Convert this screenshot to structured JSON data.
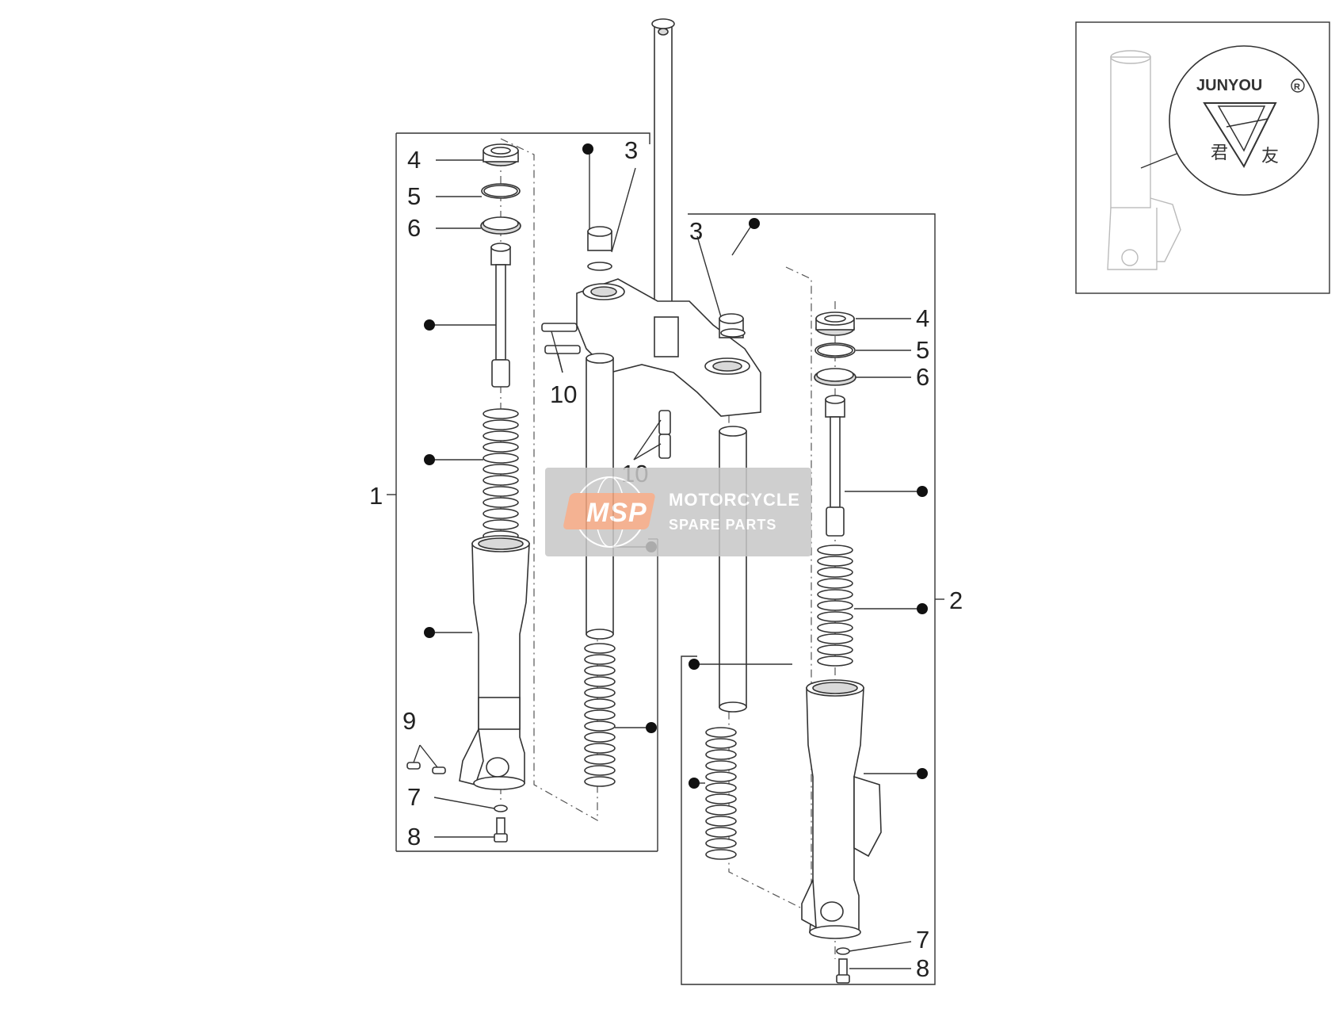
{
  "labels": {
    "assembly_left": "1",
    "assembly_right": "2",
    "seal_cap": "4",
    "ring": "5",
    "seal": "6",
    "washer": "7",
    "screw": "8",
    "bolts_left": "9",
    "bolt_pair": "10",
    "clamp_cap": "3"
  },
  "watermark": {
    "logo": "MSP",
    "line1": "MOTORCYCLE",
    "line2": "SPARE PARTS"
  },
  "inset": {
    "brand": "JUNYOU",
    "registered": "R",
    "cjk_a": "君",
    "cjk_b": "友"
  },
  "colors": {
    "line": "#333333",
    "watermark_bg": "#c7c7c7",
    "watermark_logo": "#f3a57f"
  }
}
